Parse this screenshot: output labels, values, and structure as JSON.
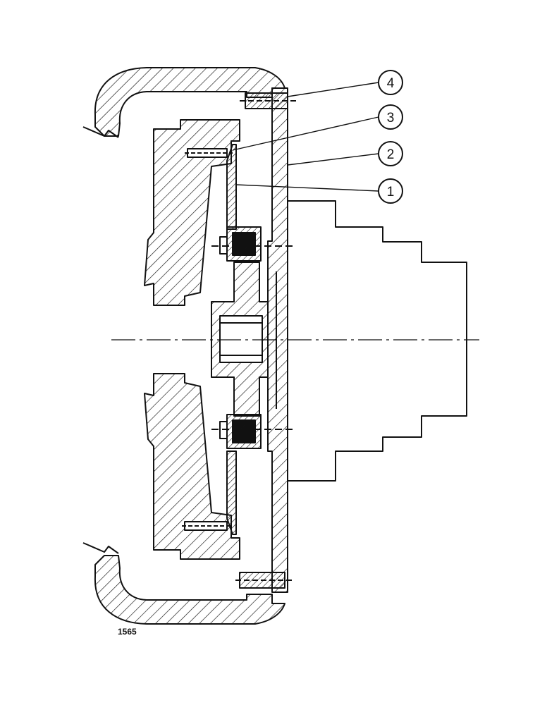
{
  "figure": {
    "number": "1565",
    "callouts": [
      {
        "label": "4",
        "part": "callout-4"
      },
      {
        "label": "3",
        "part": "callout-3"
      },
      {
        "label": "2",
        "part": "callout-2"
      },
      {
        "label": "1",
        "part": "callout-1"
      }
    ]
  },
  "colors": {
    "ink": "#111111",
    "paper": "#ffffff"
  }
}
